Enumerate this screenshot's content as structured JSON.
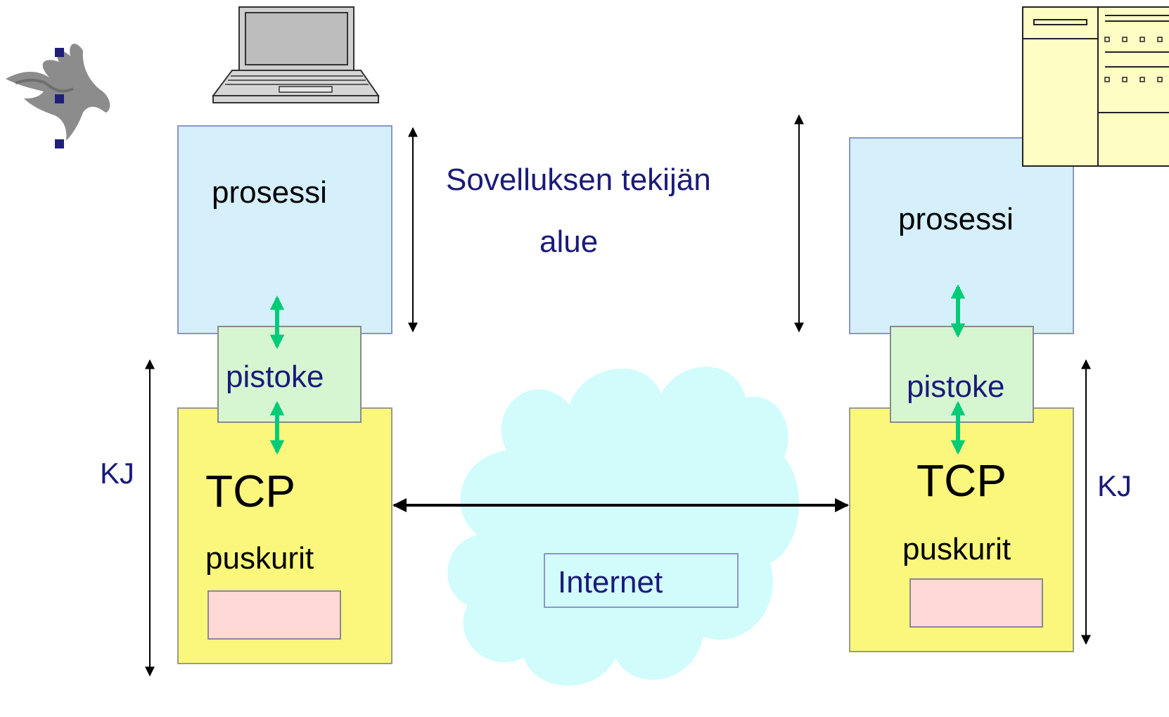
{
  "left_host": {
    "process_label": "prosessi",
    "socket_label": "pistoke",
    "tcp_label": "TCP",
    "buffers_label": "puskurit",
    "os_label": "KJ"
  },
  "right_host": {
    "process_label": "prosessi",
    "socket_label": "pistoke",
    "tcp_label": "TCP",
    "buffers_label": "puskurit",
    "os_label": "KJ"
  },
  "developer_area": {
    "line1": "Sovelluksen tekijän",
    "line2": "alue"
  },
  "network": {
    "label": "Internet"
  },
  "colors": {
    "process_box": "#d5effb",
    "socket_box": "#d6f6d2",
    "tcp_box": "#fbf77c",
    "buffer_box": "#ffd8d8",
    "cloud": "#d2fcfc",
    "green_arrow": "#00cc77",
    "navy_text": "#1a1a7a",
    "bullet": "#1f1f7a",
    "server_fill": "#fdfdc4"
  },
  "icons": [
    "university-flame-logo-icon",
    "laptop-icon",
    "server-icon"
  ]
}
